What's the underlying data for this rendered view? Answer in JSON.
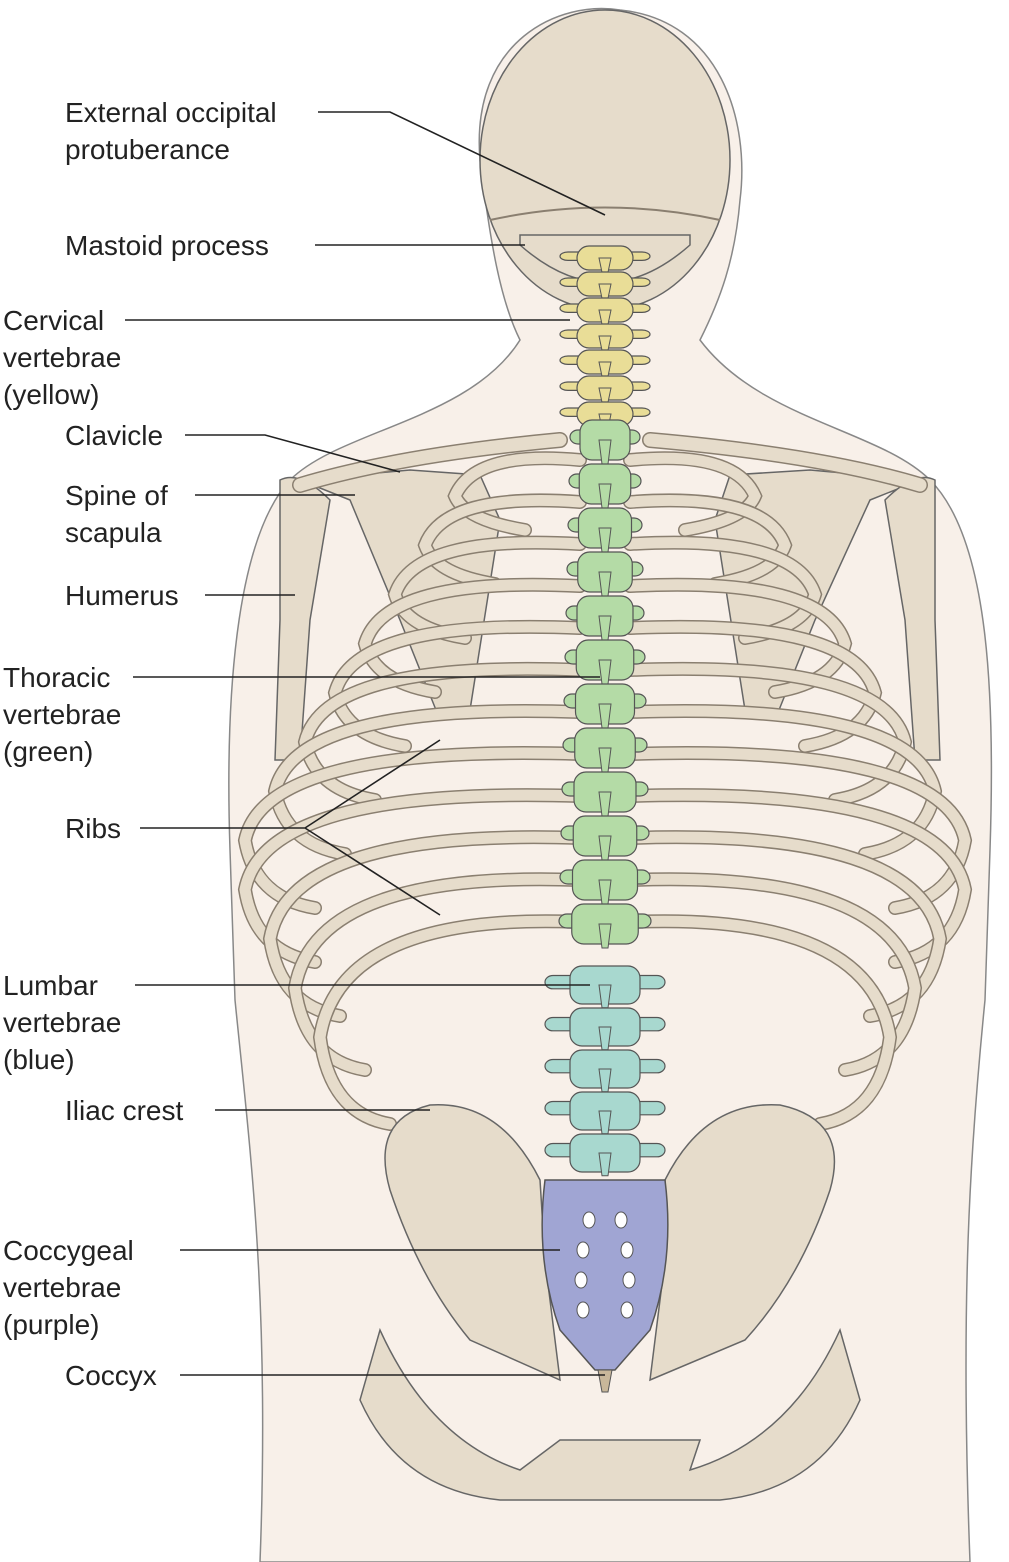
{
  "labels": {
    "occipital": [
      "External occipital",
      "protuberance"
    ],
    "mastoid": [
      "Mastoid process"
    ],
    "cervical": [
      "Cervical",
      "vertebrae",
      "(yellow)"
    ],
    "clavicle": [
      "Clavicle"
    ],
    "scapula": [
      "Spine of",
      "scapula"
    ],
    "humerus": [
      "Humerus"
    ],
    "thoracic": [
      "Thoracic",
      "vertebrae",
      "(green)"
    ],
    "ribs": [
      "Ribs"
    ],
    "lumbar": [
      "Lumbar",
      "vertebrae",
      "(blue)"
    ],
    "iliac": [
      "Iliac crest"
    ],
    "coccygeal": [
      "Coccygeal",
      "vertebrae",
      "(purple)"
    ],
    "coccyx": [
      "Coccyx"
    ]
  },
  "colors": {
    "bone": "#e6dccb",
    "skin": "#f8f0e9",
    "cervical": "#e9dd97",
    "thoracic": "#b4dba6",
    "lumbar": "#a8d8cf",
    "sacrum": "#a0a5d3"
  }
}
